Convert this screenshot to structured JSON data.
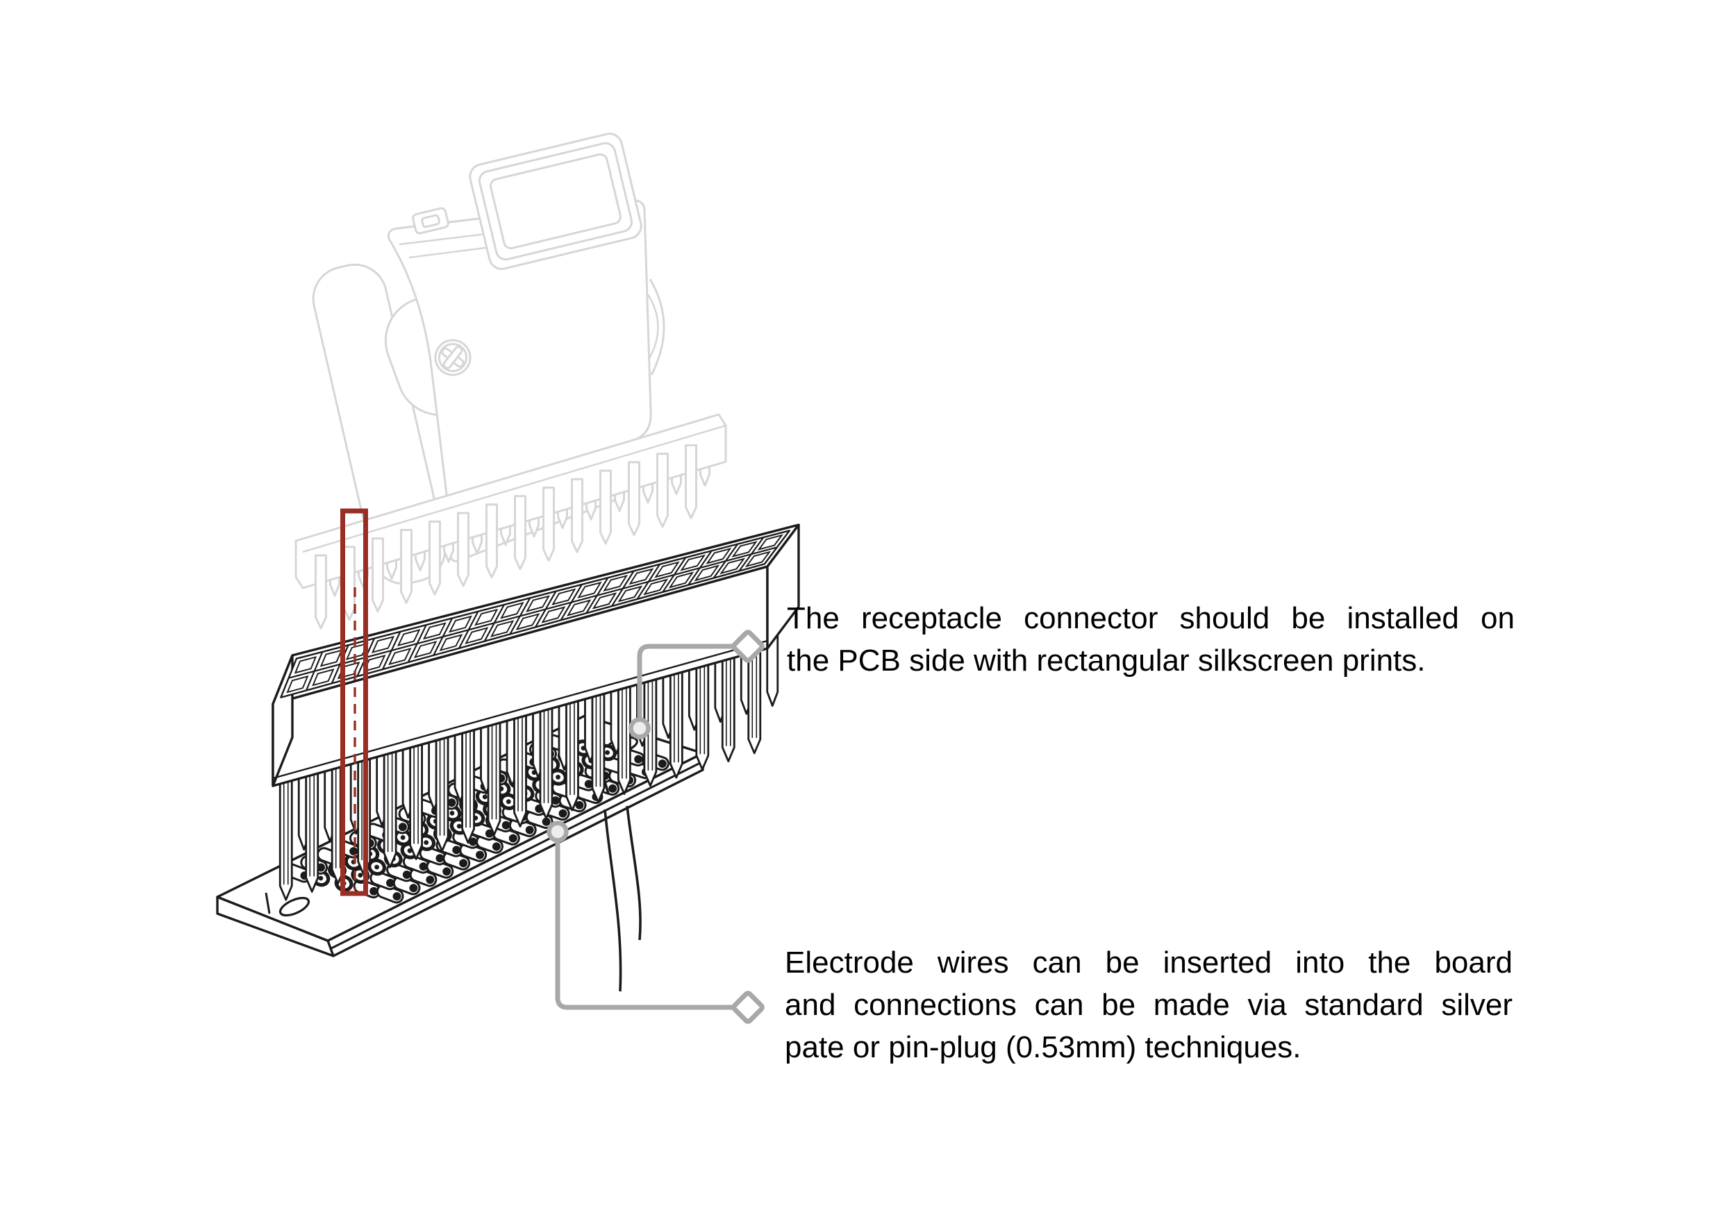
{
  "title": "Receptacle connector and electrode PCB installation illustration",
  "annotations": {
    "receptacle_note": {
      "text": "The receptacle connector should be installed on the PCB side with rectangular silkscreen prints.",
      "lines": [
        "The receptacle connector should be installed on",
        "the PCB side with rectangular silkscreen prints."
      ]
    },
    "electrode_note": {
      "text": "Electrode wires can be inserted into the board and connections can be made via standard silver pate or pin-plug (0.53mm) techniques.",
      "lines": [
        "Electrode wires can be inserted into the board",
        "and connections can be made via standard silver",
        "pate or pin-plug (0.53mm) techniques."
      ]
    }
  },
  "colors": {
    "background": "#ffffff",
    "ink": "#1b1b1b",
    "ghost": "#d6d6d6",
    "leader": "#a8a8a8",
    "marker_fill": "#ededed",
    "highlight": "#992e24",
    "text": "#000000"
  },
  "diagram": {
    "ghost_connector": {
      "description": "faded plug connector with screw flange",
      "pin_rows": 2,
      "pins_per_row": 14
    },
    "receptacle": {
      "description": "dual-row receptacle connector",
      "rows": 2,
      "columns": 19
    },
    "pcb": {
      "description": "perforated electrode board",
      "hole_columns": 17,
      "hole_rows": 5,
      "mounting_holes": 2,
      "electrode_wires": 2
    },
    "highlight": {
      "description": "red box marking one pin column with dashed centerline"
    }
  }
}
